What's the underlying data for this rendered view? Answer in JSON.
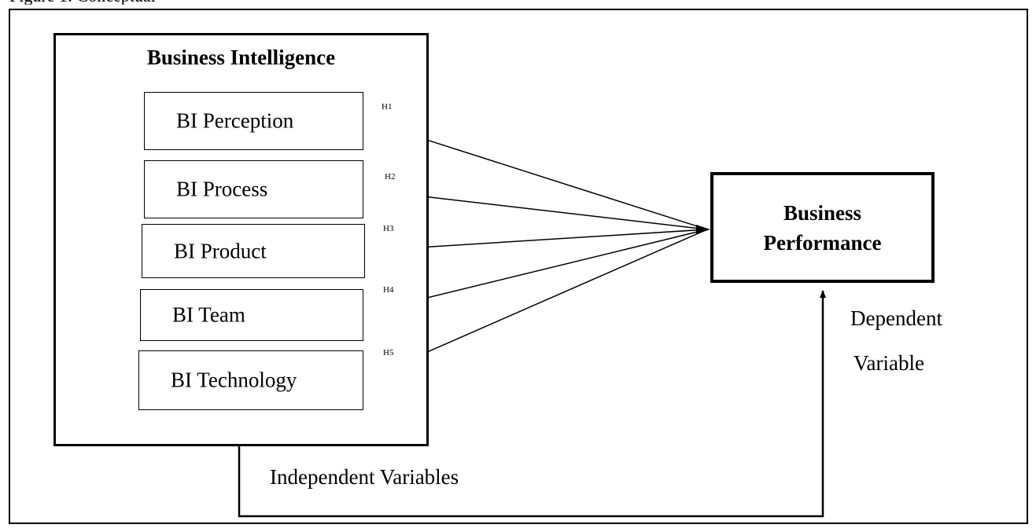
{
  "independent_group": {
    "title": "Business Intelligence",
    "variables": [
      {
        "label": "BI Perception",
        "hypothesis": "H1"
      },
      {
        "label": "BI Process",
        "hypothesis": "H2"
      },
      {
        "label": "BI Product",
        "hypothesis": "H3"
      },
      {
        "label": "BI Team",
        "hypothesis": "H4"
      },
      {
        "label": "BI Technology",
        "hypothesis": "H5"
      }
    ],
    "caption": "Independent Variables"
  },
  "dependent": {
    "title": "Business Performance",
    "caption_line1": "Dependent",
    "caption_line2": "Variable"
  }
}
